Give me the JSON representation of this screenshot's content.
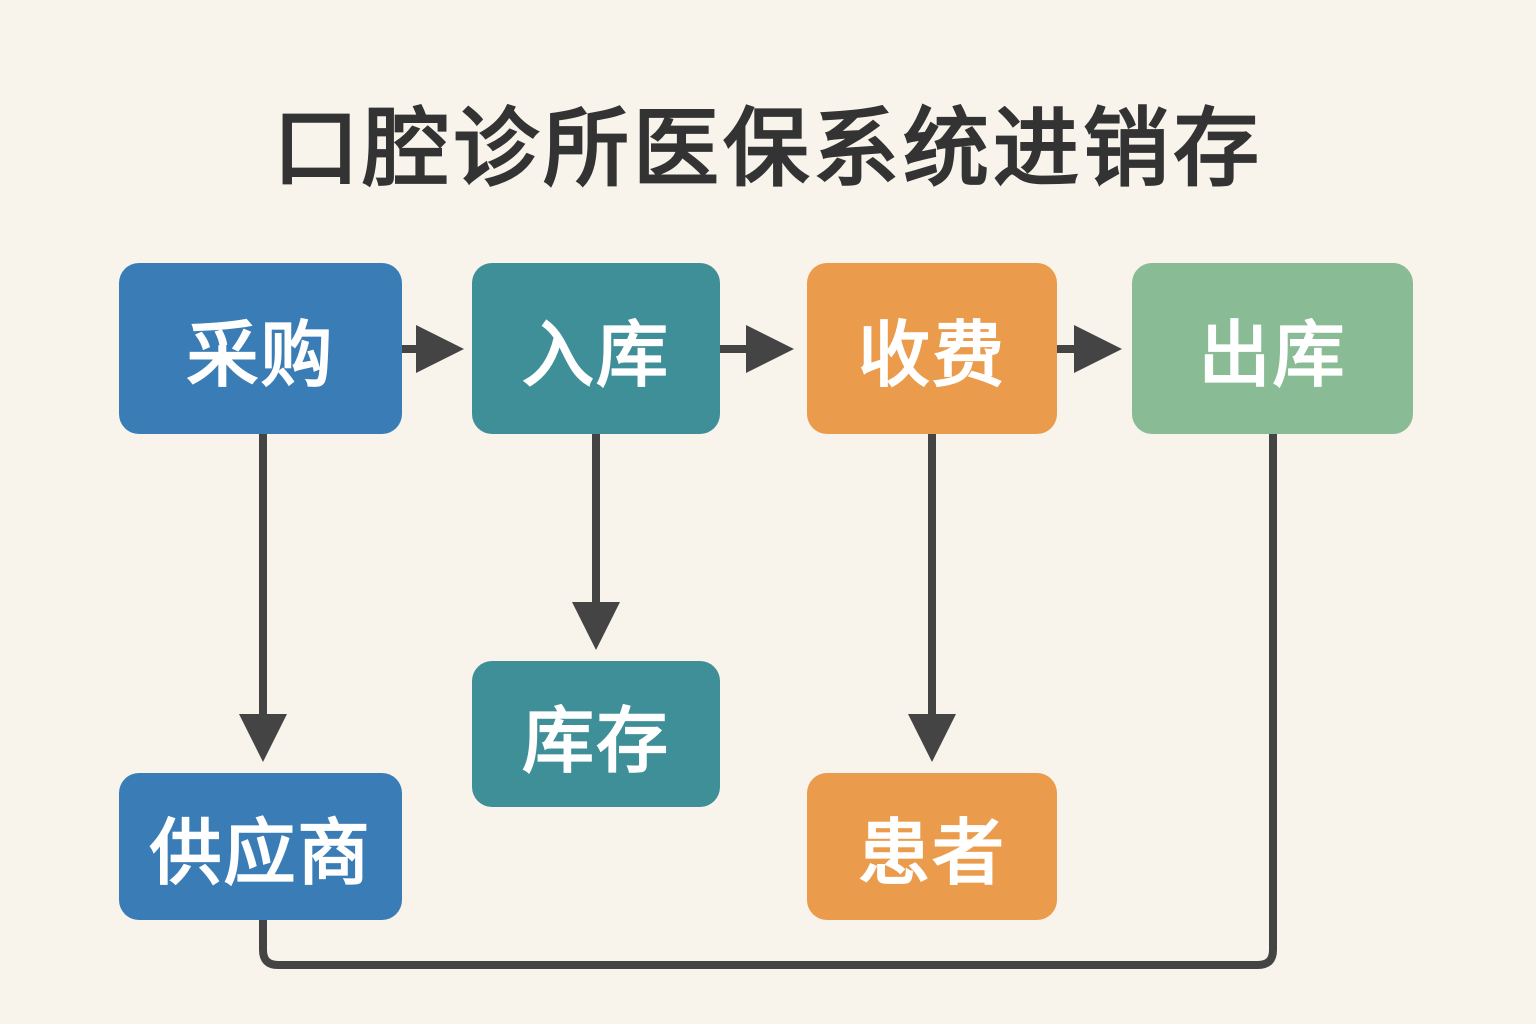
{
  "title": "口腔诊所医保系统进销存",
  "colors": {
    "blue": "#3a7db6",
    "teal": "#3f8f98",
    "orange": "#ea9b4b",
    "green": "#89bb95",
    "line": "#444444",
    "background": "#f8f4ec"
  },
  "nodes": {
    "purchase": "采购",
    "warehouse_in": "入库",
    "charge": "收费",
    "warehouse_out": "出库",
    "supplier": "供应商",
    "inventory": "库存",
    "patient": "患者"
  }
}
